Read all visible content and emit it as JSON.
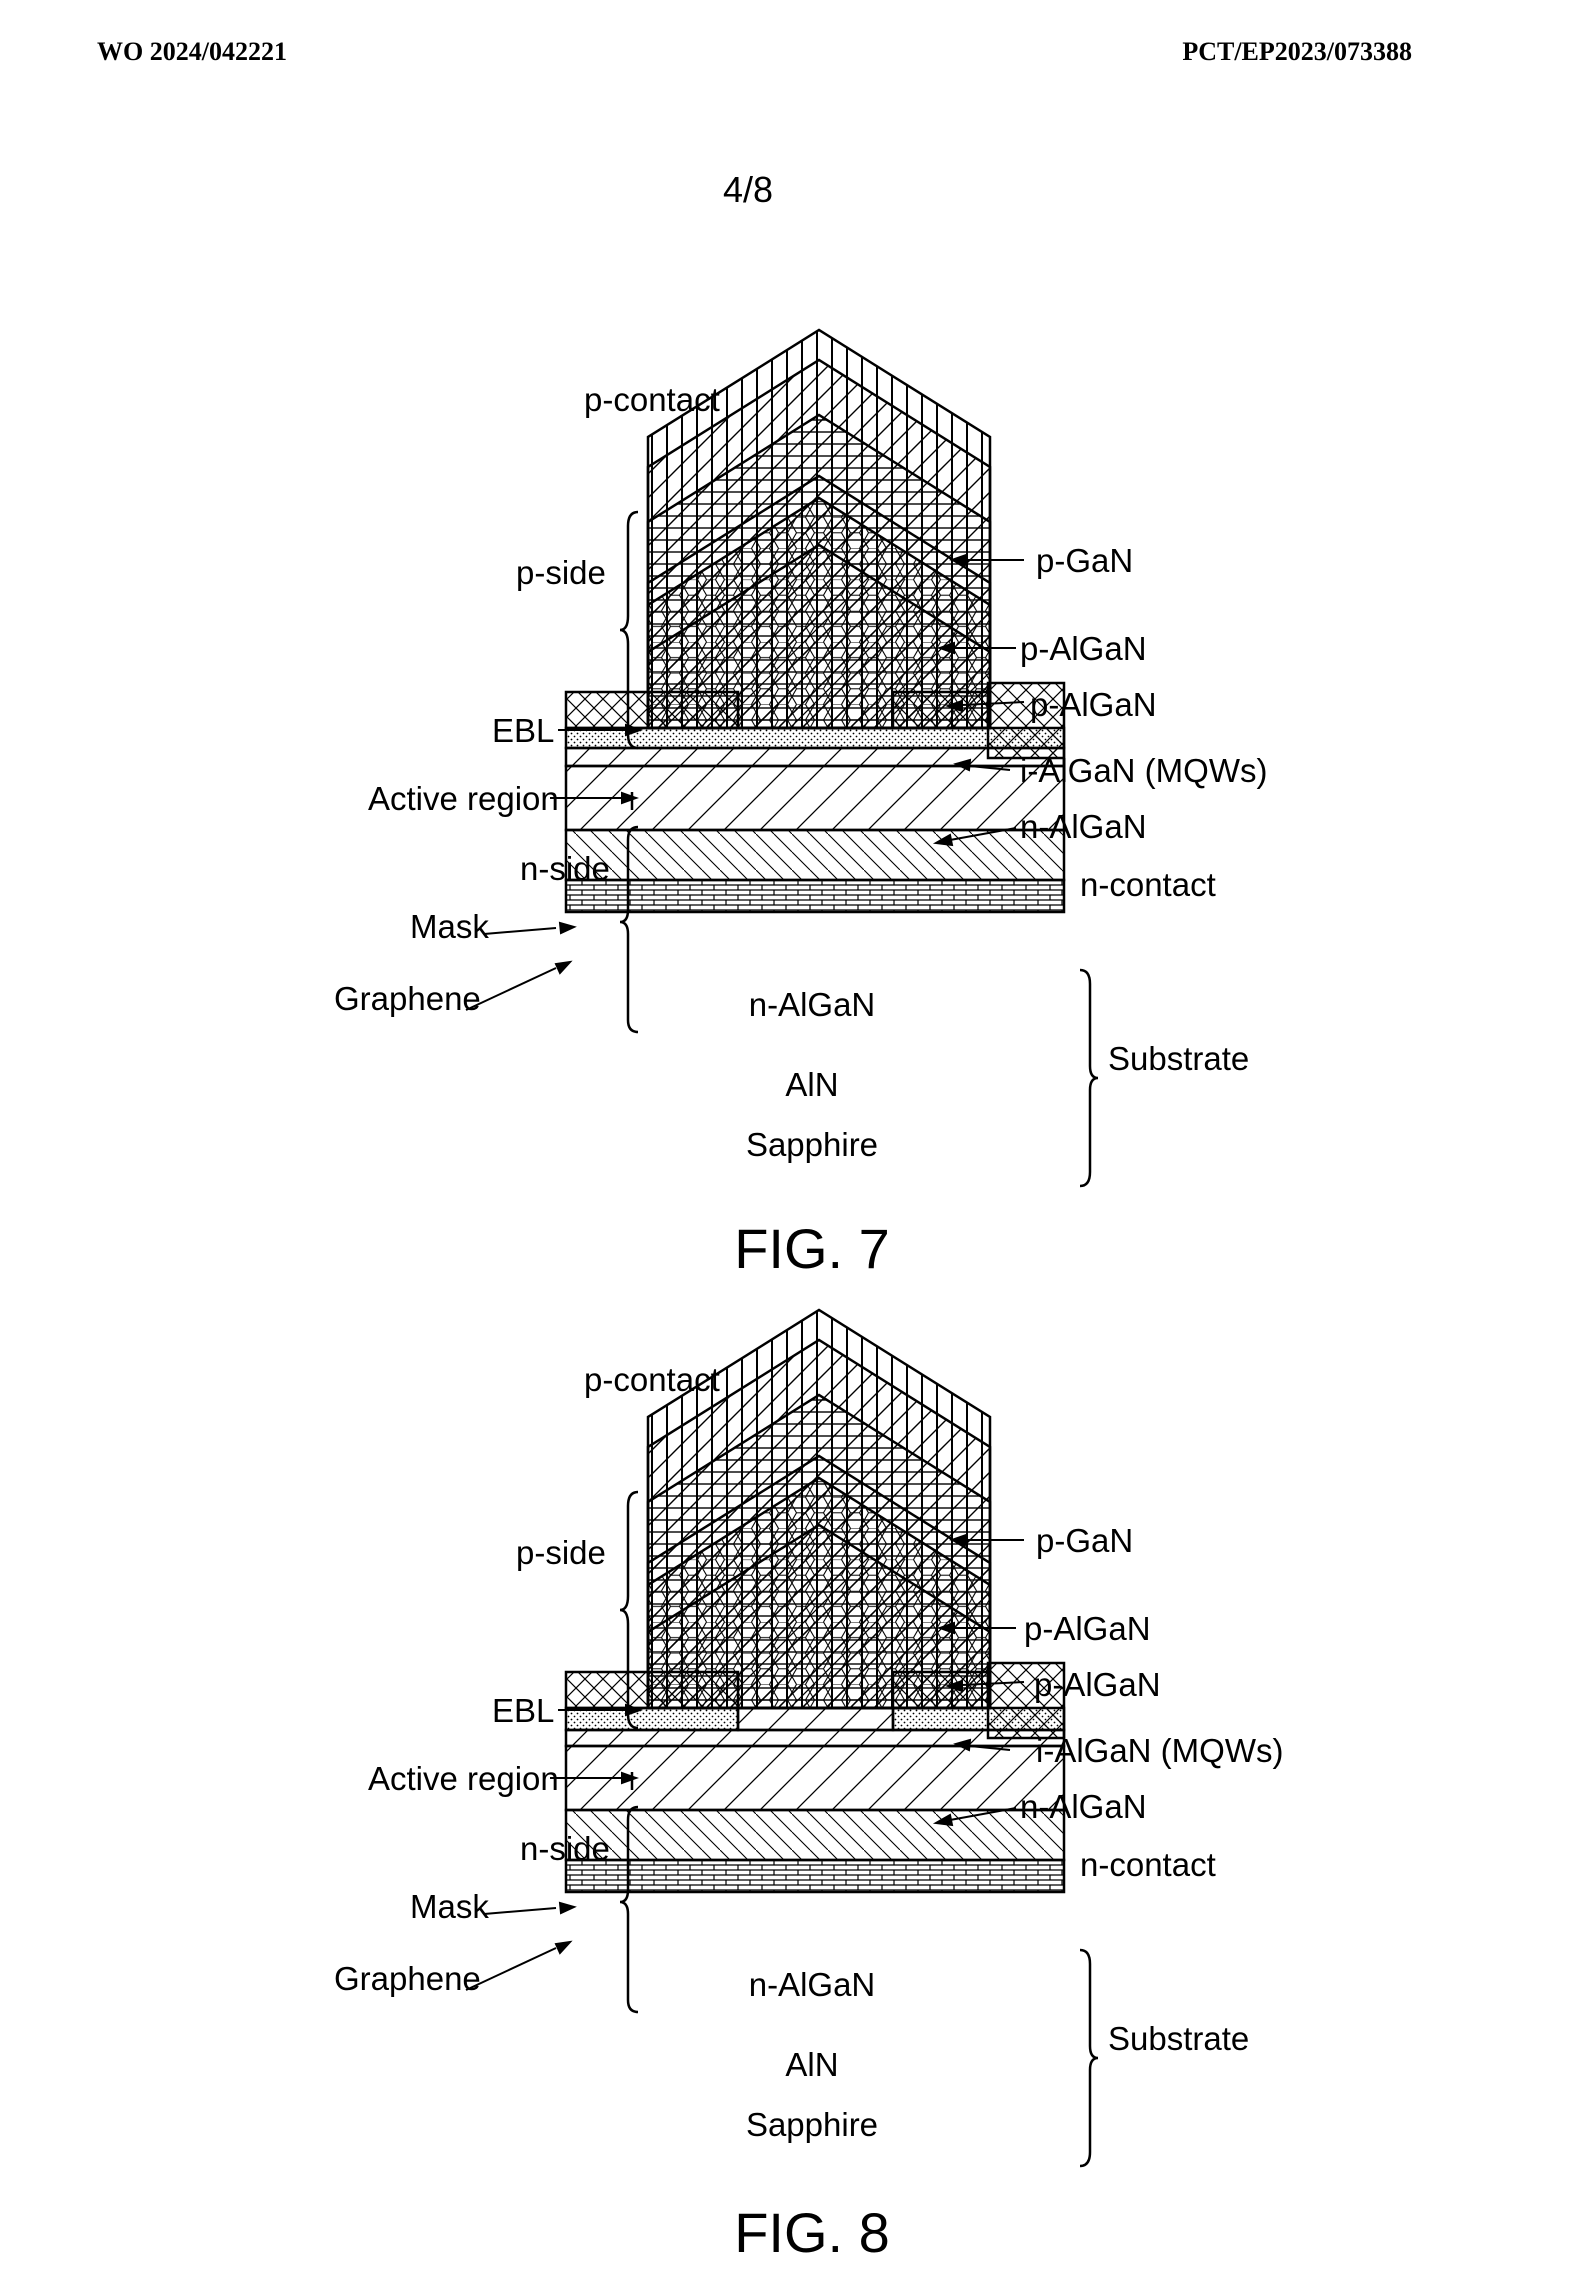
{
  "header": {
    "publication_number": "WO 2024/042221",
    "application_number": "PCT/EP2023/073388",
    "sheet_number": "4/8"
  },
  "figures": [
    {
      "caption": "FIG. 7",
      "labels": {
        "p_contact": "p-contact",
        "p_side": "p-side",
        "ebl": "EBL",
        "active_region": "Active region",
        "n_side": "n-side",
        "mask": "Mask",
        "graphene": "Graphene",
        "p_gan": "p-GaN",
        "p_algan_1": "p-AlGaN",
        "p_algan_2": "p-AlGaN",
        "i_algan": "i-AlGaN (MQWs)",
        "n_algan_core": "n-AlGaN",
        "n_contact": "n-contact",
        "n_algan_layer": "n-AlGaN",
        "aln": "AlN",
        "sapphire": "Sapphire",
        "substrate": "Substrate"
      }
    },
    {
      "caption": "FIG. 8",
      "labels": {
        "p_contact": "p-contact",
        "p_side": "p-side",
        "ebl": "EBL",
        "active_region": "Active region",
        "n_side": "n-side",
        "mask": "Mask",
        "graphene": "Graphene",
        "p_gan": "p-GaN",
        "p_algan_1": "p-AlGaN",
        "p_algan_2": "p-AlGaN",
        "i_algan": "i-AlGaN (MQWs)",
        "n_algan_core": "n-AlGaN",
        "n_contact": "n-contact",
        "n_algan_layer": "n-AlGaN",
        "aln": "AlN",
        "sapphire": "Sapphire",
        "substrate": "Substrate"
      }
    }
  ]
}
